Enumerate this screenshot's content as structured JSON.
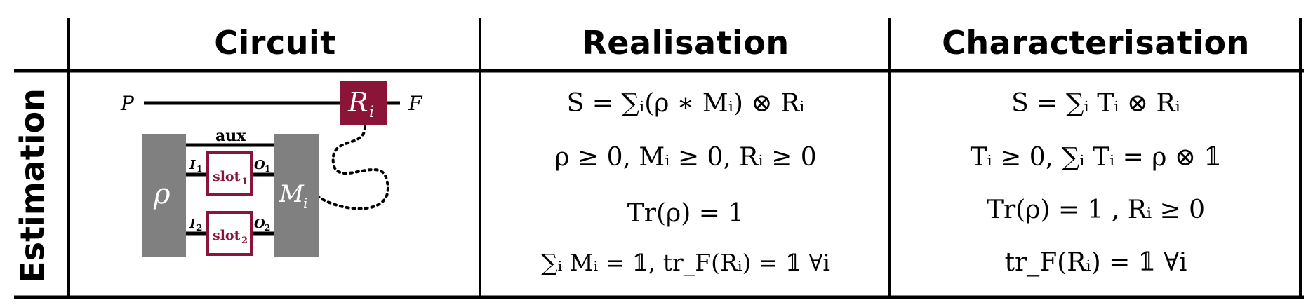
{
  "headers": {
    "circuit": "Circuit",
    "realisation": "Realisation",
    "characterisation": "Characterisation"
  },
  "row_label": "Estimation",
  "circuit": {
    "input_label": "P",
    "output_label": "F",
    "response_box": "R",
    "response_sub": "i",
    "state_label": "ρ",
    "measurement_label": "M",
    "measurement_sub": "i",
    "aux_label": "aux",
    "slot1": {
      "label": "slot",
      "sub": "1",
      "in": "I",
      "in_sub": "1",
      "out": "O",
      "out_sub": "1"
    },
    "slot2": {
      "label": "slot",
      "sub": "2",
      "in": "I",
      "in_sub": "2",
      "out": "O",
      "out_sub": "2"
    }
  },
  "colors": {
    "accent": "#8b1538",
    "gray_box": "#808080",
    "line": "#000000"
  },
  "realisation": [
    "S = ∑ᵢ(ρ ∗ Mᵢ) ⊗ Rᵢ",
    "ρ ≥ 0,    Mᵢ ≥ 0,    Rᵢ ≥ 0",
    "Tr(ρ) = 1",
    "∑ᵢ Mᵢ = 𝟙,   tr_F(Rᵢ) = 𝟙   ∀i"
  ],
  "characterisation": [
    "S = ∑ᵢ Tᵢ ⊗ Rᵢ",
    "Tᵢ ≥ 0,    ∑ᵢ Tᵢ = ρ ⊗ 𝟙",
    "Tr(ρ) = 1 ,    Rᵢ ≥ 0",
    "tr_F(Rᵢ) = 𝟙   ∀i"
  ]
}
